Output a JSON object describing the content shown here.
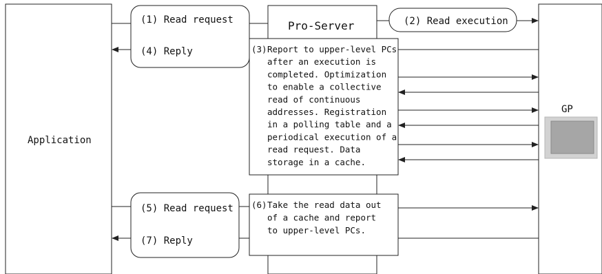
{
  "participants": {
    "application": "Application",
    "server": "Pro-Server",
    "gp": "GP"
  },
  "steps": {
    "s1": "(1) Read request",
    "s2": "(2) Read execution",
    "s4": "(4) Reply",
    "s5": "(5) Read request",
    "s7": "(7) Reply"
  },
  "notes": {
    "n3_marker": "(3)",
    "n3_lines": [
      "Report to upper-level PCs",
      "after an execution is",
      "completed. Optimization",
      "to enable a collective",
      "read of continuous",
      "addresses.  Registration",
      "in a polling table and a",
      "periodical execution of a",
      "read request. Data",
      "storage in a cache."
    ],
    "n6_marker": "(6)",
    "n6_lines": [
      "Take the read data out",
      "of a cache and report",
      "to upper-level PCs."
    ]
  },
  "colors": {
    "line": "#222222",
    "device_frame": "#c8c8c8",
    "device_screen": "#a6a6a6"
  }
}
